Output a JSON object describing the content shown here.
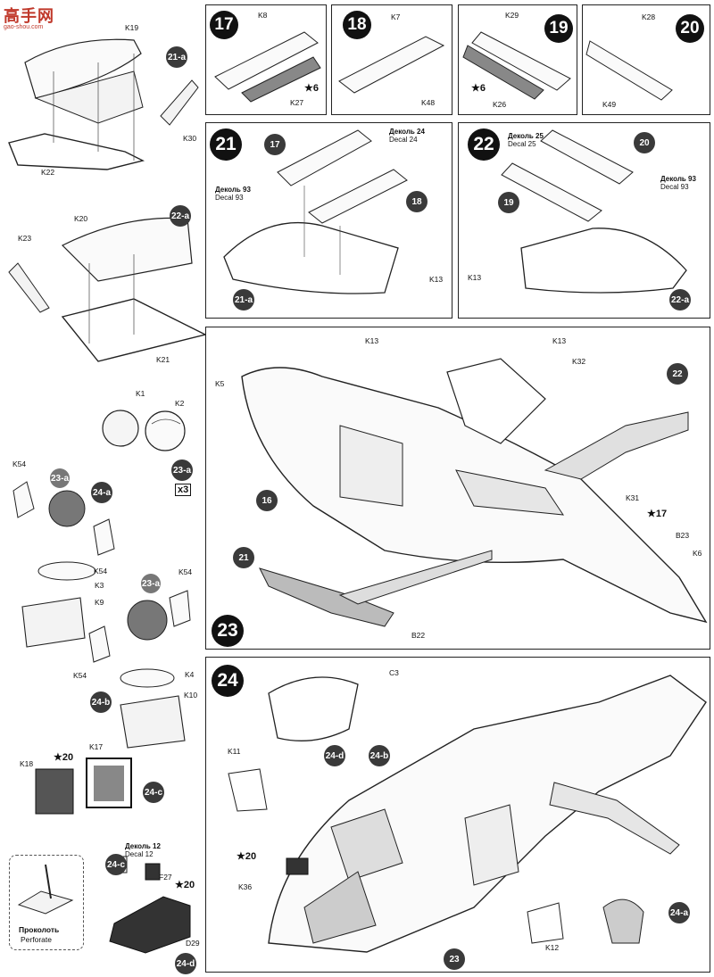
{
  "logo": {
    "text": "高手网",
    "url": "gao-shou.com"
  },
  "steps": {
    "s17": {
      "num": "17",
      "parts": [
        "K8",
        "K27"
      ],
      "decal": "6"
    },
    "s18": {
      "num": "18",
      "parts": [
        "K7",
        "K48"
      ]
    },
    "s19": {
      "num": "19",
      "parts": [
        "K29",
        "K26"
      ],
      "decal": "6"
    },
    "s20": {
      "num": "20",
      "parts": [
        "K28",
        "K49"
      ]
    },
    "s21": {
      "num": "21",
      "decal24_ru": "Деколь 24",
      "decal24_en": "Decal 24",
      "decal93_ru": "Деколь 93",
      "decal93_en": "Decal 93",
      "ref_a": "17",
      "ref_b": "18",
      "ref_c": "21-a",
      "part": "K13"
    },
    "s22": {
      "num": "22",
      "decal25_ru": "Деколь 25",
      "decal25_en": "Decal 25",
      "decal93_ru": "Деколь 93",
      "decal93_en": "Decal 93",
      "ref_a": "20",
      "ref_b": "19",
      "ref_c": "22-a",
      "part": "K13"
    },
    "s23": {
      "num": "23",
      "parts": [
        "K5",
        "K13",
        "K13",
        "K32",
        "K31",
        "B23",
        "K6",
        "B22"
      ],
      "refs": [
        "16",
        "21",
        "22"
      ],
      "decal": "17"
    },
    "s24": {
      "num": "24",
      "parts": [
        "C3",
        "K11",
        "K36",
        "K12"
      ],
      "refs": [
        "24-d",
        "24-b",
        "24-a",
        "23"
      ],
      "decal": "20"
    }
  },
  "left": {
    "a21": {
      "ref": "21-a",
      "parts": [
        "K19",
        "K30",
        "K22"
      ]
    },
    "a22": {
      "ref": "22-a",
      "parts": [
        "K20",
        "K23",
        "K21"
      ]
    },
    "a23": {
      "ref": "23-a",
      "parts": [
        "K1",
        "K2"
      ],
      "mult": "x3"
    },
    "a24a": {
      "ref": "24-a",
      "sub": "23-a",
      "parts": [
        "K54",
        "K54",
        "K3",
        "K9"
      ]
    },
    "a24b": {
      "ref": "24-b",
      "sub": "23-a",
      "parts": [
        "K54",
        "K54",
        "K4",
        "K10"
      ]
    },
    "a24c": {
      "ref": "24-c",
      "parts": [
        "K18",
        "K17"
      ],
      "decal": "20"
    },
    "a24d": {
      "ref": "24-d",
      "sub": "24-c",
      "decal_ru": "Деколь 12",
      "decal_en": "Decal 12",
      "parts": [
        "F27",
        "D29"
      ],
      "decal": "20",
      "perf_ru": "Проколоть",
      "perf_en": "Perforate"
    }
  }
}
